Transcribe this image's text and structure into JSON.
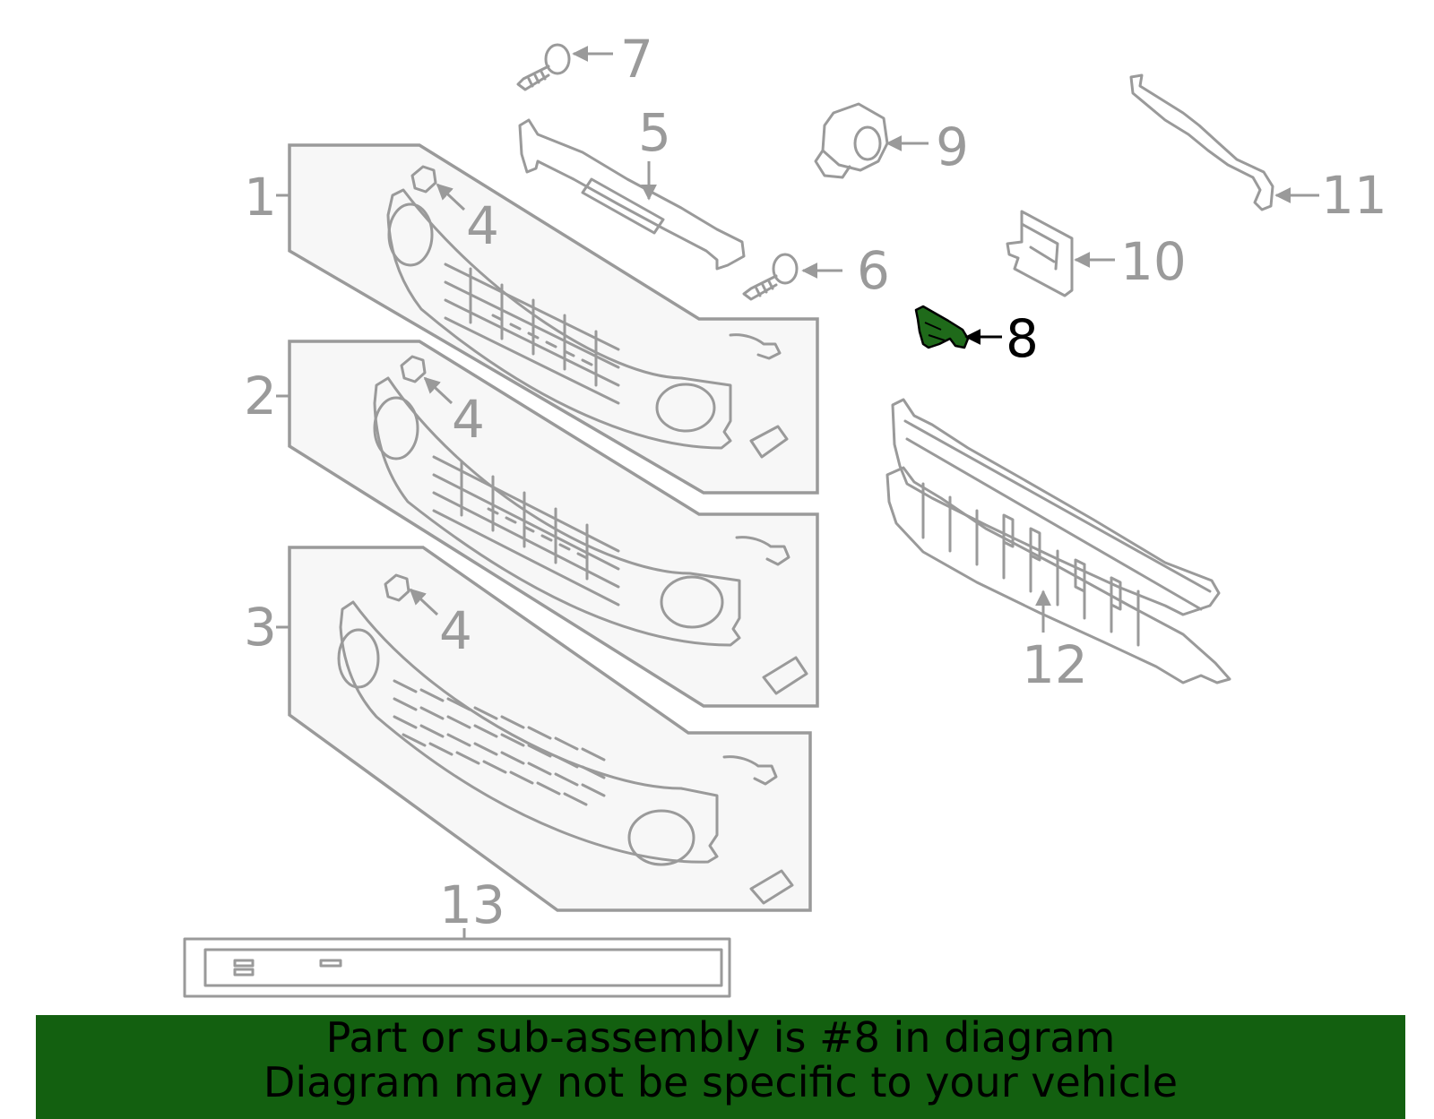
{
  "callouts": [
    {
      "id": "1",
      "label": "1"
    },
    {
      "id": "2",
      "label": "2"
    },
    {
      "id": "3",
      "label": "3"
    },
    {
      "id": "4a",
      "label": "4"
    },
    {
      "id": "4b",
      "label": "4"
    },
    {
      "id": "4c",
      "label": "4"
    },
    {
      "id": "5",
      "label": "5"
    },
    {
      "id": "6",
      "label": "6"
    },
    {
      "id": "7",
      "label": "7"
    },
    {
      "id": "8",
      "label": "8",
      "highlighted": true
    },
    {
      "id": "9",
      "label": "9"
    },
    {
      "id": "10",
      "label": "10"
    },
    {
      "id": "11",
      "label": "11"
    },
    {
      "id": "12",
      "label": "12"
    },
    {
      "id": "13",
      "label": "13"
    }
  ],
  "banner": {
    "line1": "Part or sub-assembly is #8 in diagram",
    "line2": "Diagram may not be specific to your vehicle"
  },
  "colors": {
    "line": "#9a9a9a",
    "panel_fill": "#f7f7f7",
    "highlight_part": "#1f6a1a",
    "banner": "#136010",
    "text_highlight": "#000000"
  }
}
